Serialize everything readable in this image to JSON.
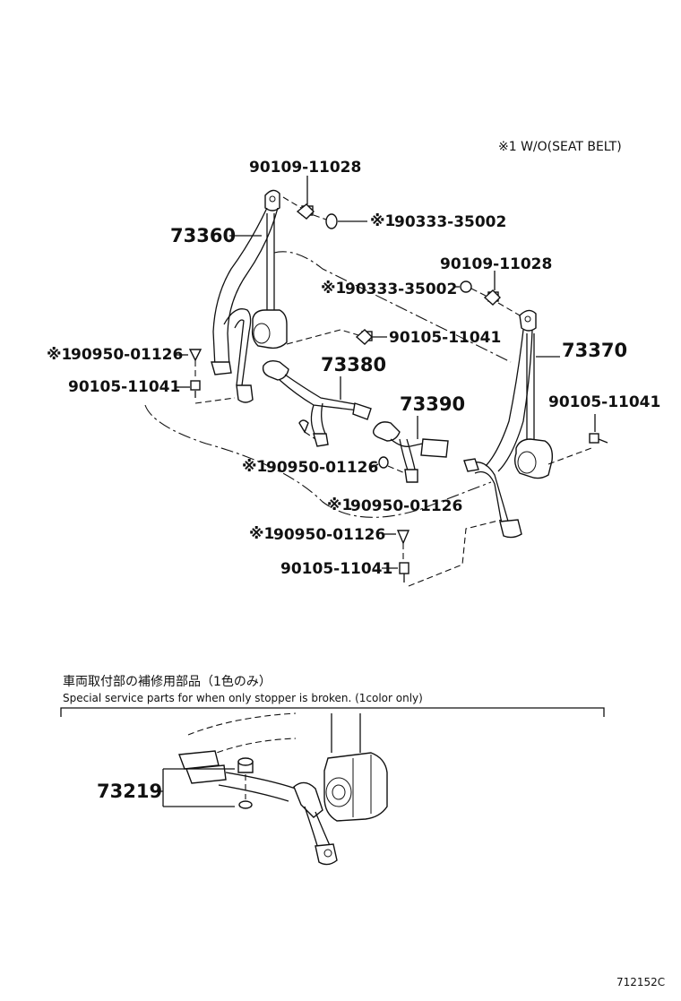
{
  "diagram": {
    "note": "※1  W/O(SEAT BELT)",
    "mark": "※1",
    "labels": {
      "p1": "90109-11028",
      "p2": "90333-35002",
      "p3": "73360",
      "p4": "90109-11028",
      "p5": "90333-35002",
      "p6": "90105-11041",
      "p7": "90950-01126",
      "p8": "73380",
      "p9": "73370",
      "p10": "90105-11041",
      "p11": "73390",
      "p12": "90105-11041",
      "p13": "90950-01126",
      "p14": "90950-01126",
      "p15": "90950-01126",
      "p16": "90105-11041",
      "p17": "73219"
    },
    "section_title_jp": "車両取付部の補修用部品（1色のみ）",
    "section_title_en": "Special service parts for when only stopper is broken. (1color only)",
    "figure_id": "712152C"
  }
}
